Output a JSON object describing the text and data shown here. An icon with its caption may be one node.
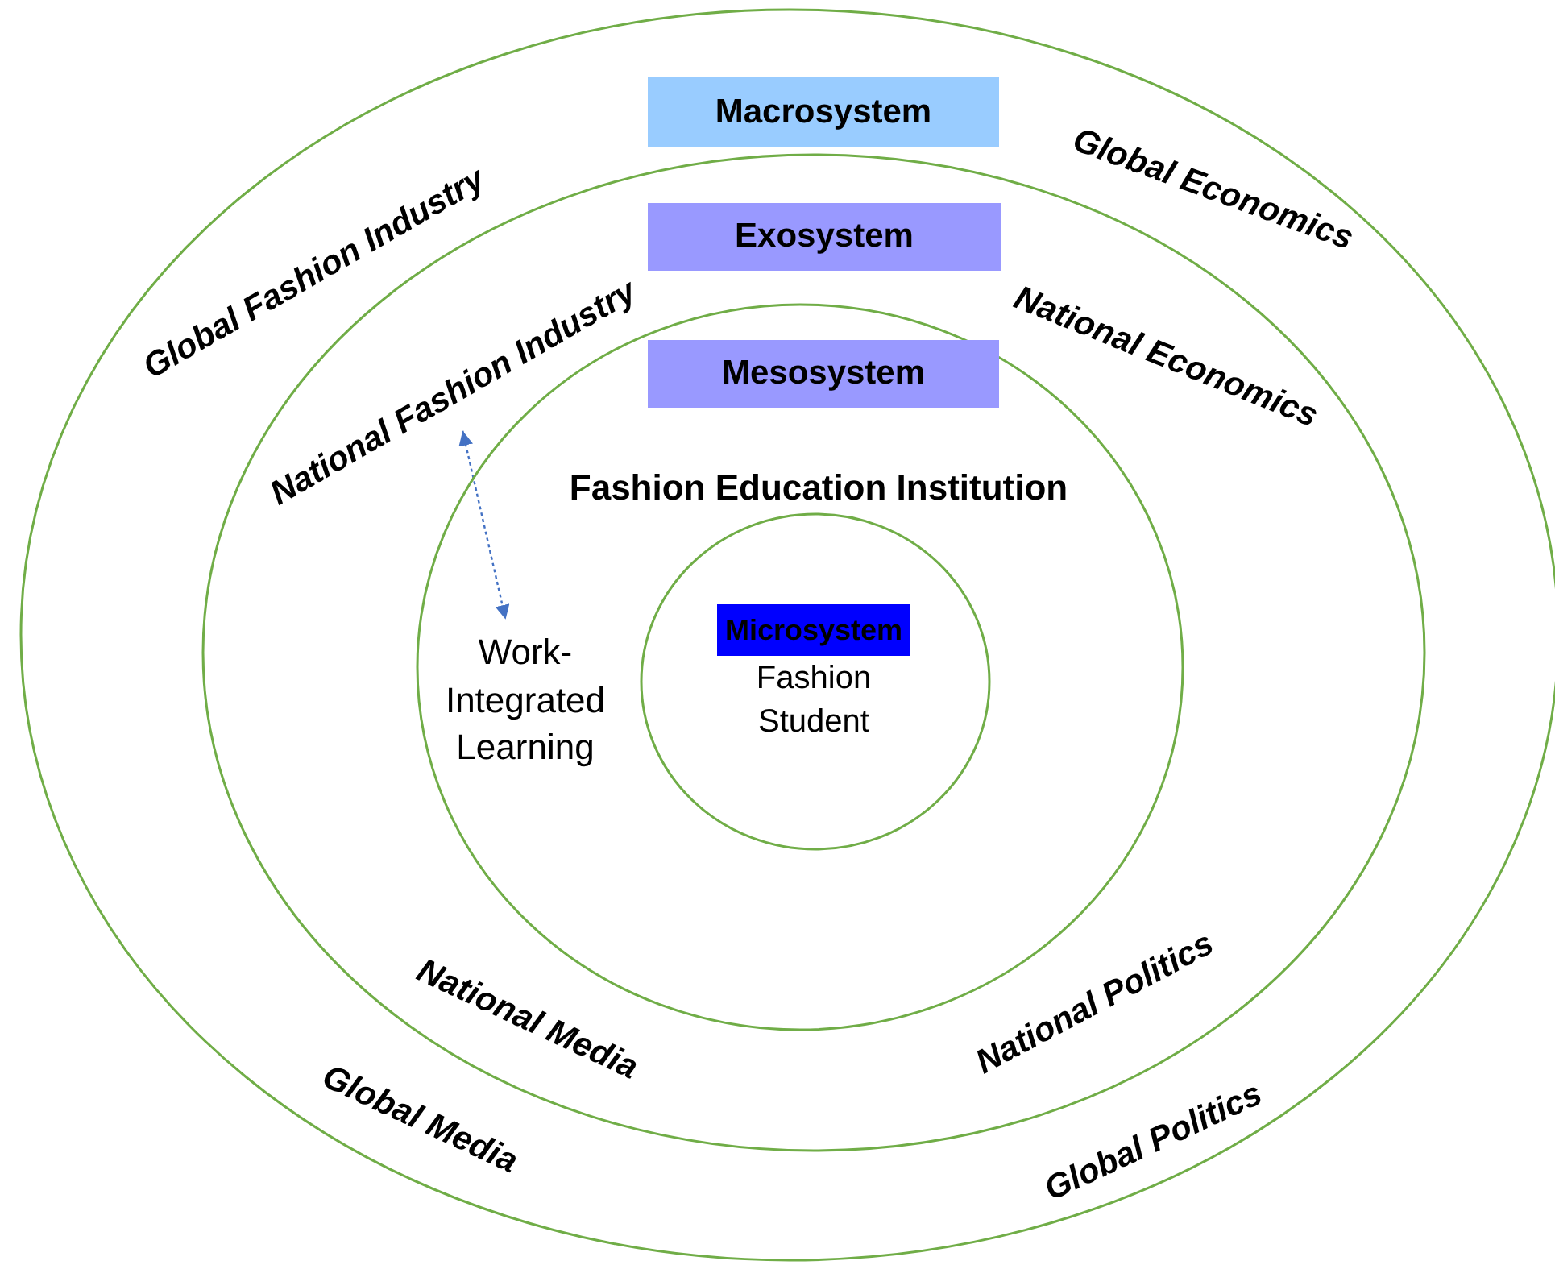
{
  "diagram": {
    "nodes": [
      {
        "text": [
          "Macrosystem"
        ]
      },
      {
        "text": [
          "Exosystem"
        ],
        "in": 0
      },
      {
        "text": [
          "Mesosystem",
          "Fashion Education Institution"
        ],
        "in": 1
      },
      {
        "text": [
          "Microsystem",
          "Fashion Student"
        ],
        "in": 2
      },
      {
        "text": [
          "National Fashion Industry"
        ],
        "in": 1
      },
      {
        "text": [
          "Work-Integrated Learning"
        ],
        "in": 2
      }
    ],
    "edges": [
      {
        "from": 4,
        "to": 5,
        "arrow": "both",
        "style": "dashed",
        "color": "#4472c4"
      }
    ],
    "labels": [
      "Global Fashion Industry",
      "Global Economics",
      "National Economics",
      "National Media",
      "National Politics",
      "Global Media",
      "Global Politics"
    ]
  }
}
